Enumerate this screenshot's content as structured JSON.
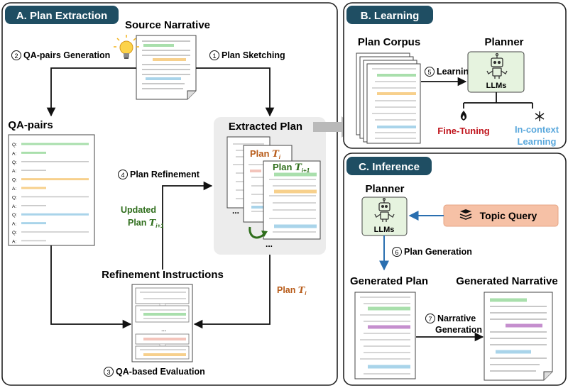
{
  "colors": {
    "panel_header": "#1f4e63",
    "green": "#a9dfac",
    "yellow": "#f7d08c",
    "blue": "#a9d4ea",
    "pink": "#f3c4bb",
    "purple": "#c58fce",
    "plan_brown": "#b85c1a",
    "plan_green": "#2f6e1c",
    "fine_tuning_red": "#c0141c",
    "in_context_blue": "#5aa8dc",
    "llm_box": "#e6f3df",
    "topic_query": "#f6c1a6",
    "arrow_blue": "#2a6fb0"
  },
  "panels": {
    "a": {
      "title": "A. Plan Extraction",
      "source_narrative": "Source Narrative",
      "qa_step_num": "2",
      "qa_step": "QA-pairs Generation",
      "sketch_step_num": "1",
      "sketch_step": "Plan Sketching",
      "qa_pairs": "QA-pairs",
      "qa_rows": [
        "Q:",
        "A:",
        "Q:",
        "A:",
        "Q:",
        "A:",
        "Q:",
        "A:",
        "Q:",
        "A:",
        "Q:",
        "A:"
      ],
      "extracted_plan": "Extracted Plan",
      "plan_word": "Plan",
      "plan_ti_sub": "i",
      "plan_ti1_sub": "i+1",
      "t_letter": "T",
      "refine_step_num": "4",
      "refine_step": "Plan Refinement",
      "updated_line1": "Updated",
      "updated_line2": "Plan",
      "refinement_instructions": "Refinement Instructions",
      "eval_step_num": "3",
      "eval_step": "QA-based Evaluation",
      "plan_ti_label": "Plan",
      "ellipsis": "..."
    },
    "b": {
      "title": "B. Learning",
      "plan_corpus": "Plan Corpus",
      "planner": "Planner",
      "learning_step_num": "5",
      "learning_step": "Learning",
      "llms": "LLMs",
      "fine_tuning": "Fine-Tuning",
      "in_context_1": "In-context",
      "in_context_2": "Learning"
    },
    "c": {
      "title": "C. Inference",
      "planner": "Planner",
      "llms": "LLMs",
      "topic_query": "Topic Query",
      "gen_step_num": "6",
      "gen_step": "Plan Generation",
      "generated_plan": "Generated Plan",
      "generated_narrative": "Generated Narrative",
      "narr_step_num": "7",
      "narr_step_1": "Narrative",
      "narr_step_2": "Generation"
    }
  }
}
